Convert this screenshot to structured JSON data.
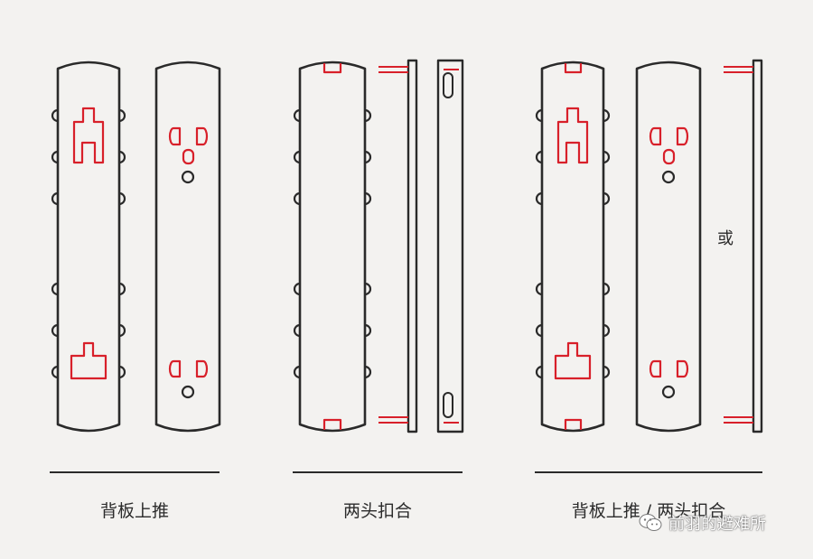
{
  "captions": {
    "panel1": "背板上推",
    "panel2": "两头扣合",
    "panel3": "背板上推 / 两头扣合"
  },
  "or_label": "或",
  "watermark": {
    "text": "前羽的避难所",
    "icon": "wechat-icon"
  },
  "colors": {
    "outline": "#2a2a2a",
    "accent": "#d8202a",
    "background": "#f3f2f0"
  }
}
